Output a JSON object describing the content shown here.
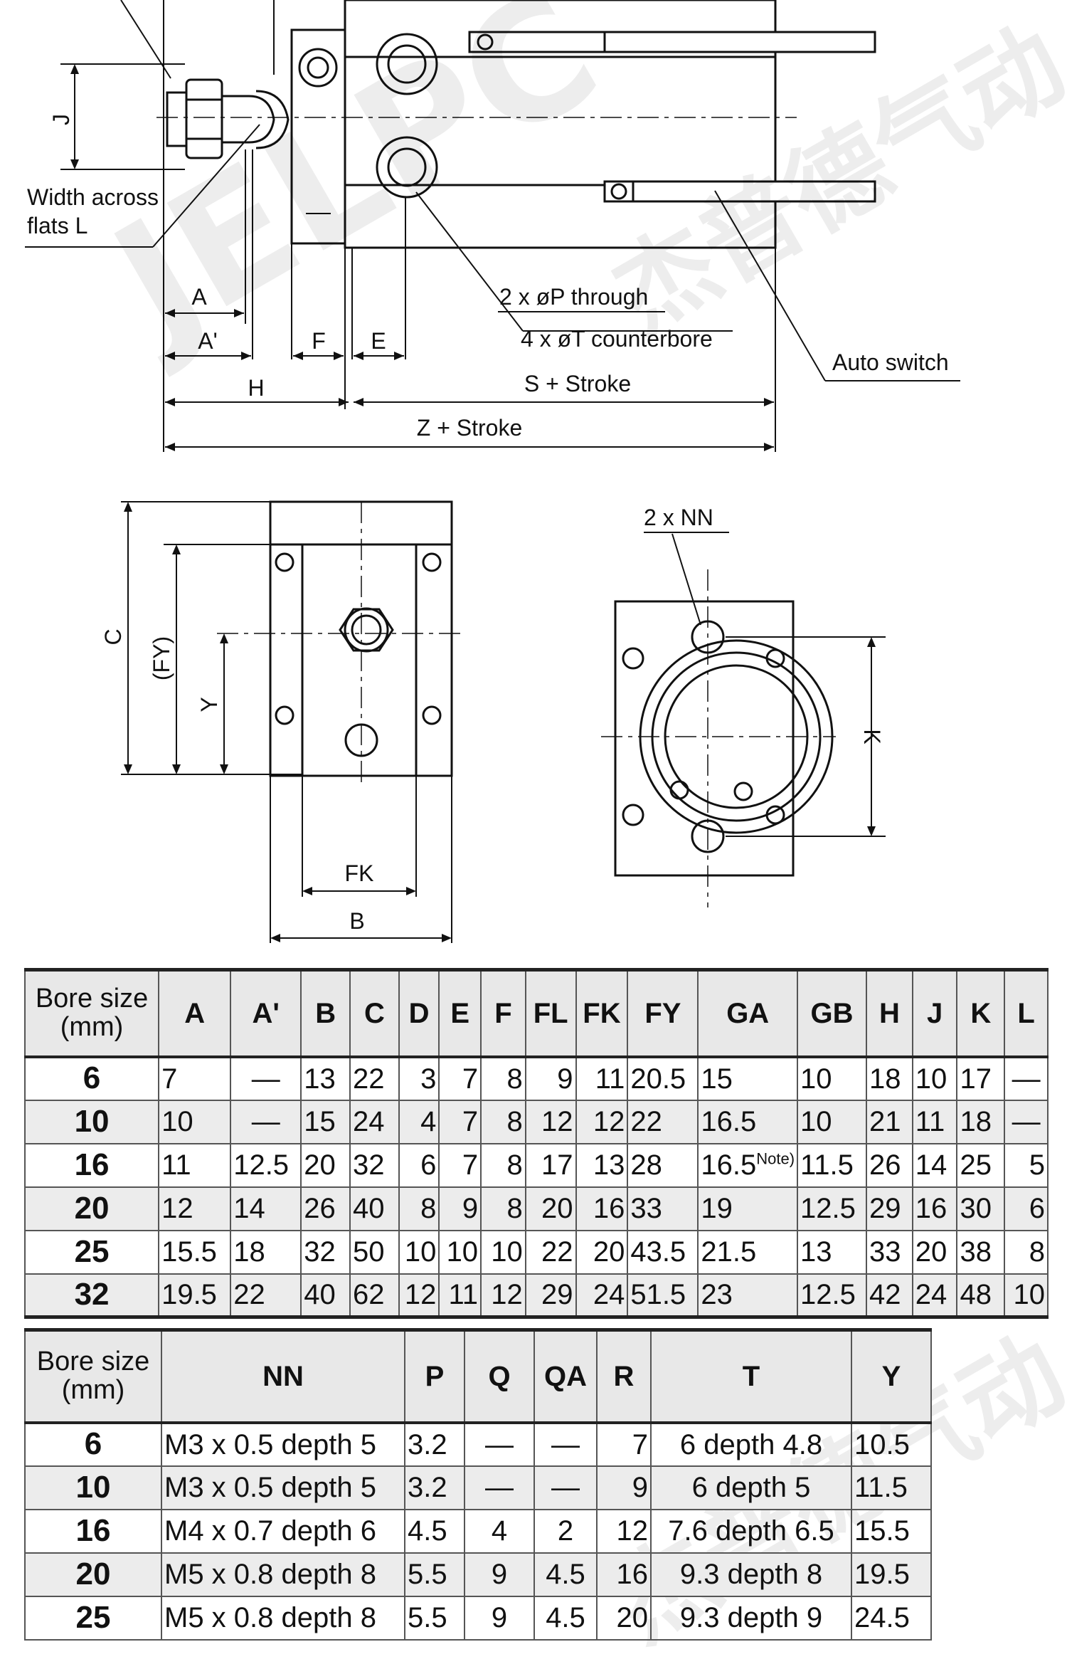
{
  "drawing": {
    "labels": {
      "j": "J",
      "width_across_flats": [
        "Width across",
        "flats L"
      ],
      "a": "A",
      "a_prime": "A'",
      "f": "F",
      "e": "E",
      "h": "H",
      "p_through": "2 x øP through",
      "t_counterbore": "4 x øT counterbore",
      "s_stroke": "S + Stroke",
      "z_stroke": "Z + Stroke",
      "auto_switch": "Auto switch",
      "c": "C",
      "fy": "(FY)",
      "y": "Y",
      "fk": "FK",
      "b": "B",
      "nn": "2 x NN",
      "k": "K"
    }
  },
  "watermark": {
    "text_latin": "JELPC",
    "text_cjk": "杰普德气动"
  },
  "table1": {
    "headers": [
      "Bore size\n(mm)",
      "A",
      "A'",
      "B",
      "C",
      "D",
      "E",
      "F",
      "FL",
      "FK",
      "FY",
      "GA",
      "GB",
      "H",
      "J",
      "K",
      "L"
    ],
    "rows": [
      [
        "6",
        "7",
        "—",
        "13",
        "22",
        "3",
        "7",
        "8",
        "9",
        "11",
        "20.5",
        "15",
        "10",
        "18",
        "10",
        "17",
        "—"
      ],
      [
        "10",
        "10",
        "—",
        "15",
        "24",
        "4",
        "7",
        "8",
        "12",
        "12",
        "22",
        "16.5",
        "10",
        "21",
        "11",
        "18",
        "—"
      ],
      [
        "16",
        "11",
        "12.5",
        "20",
        "32",
        "6",
        "7",
        "8",
        "17",
        "13",
        "28",
        "16.5",
        "11.5",
        "26",
        "14",
        "25",
        "5"
      ],
      [
        "20",
        "12",
        "14",
        "26",
        "40",
        "8",
        "9",
        "8",
        "20",
        "16",
        "33",
        "19",
        "12.5",
        "29",
        "16",
        "30",
        "6"
      ],
      [
        "25",
        "15.5",
        "18",
        "32",
        "50",
        "10",
        "10",
        "10",
        "22",
        "20",
        "43.5",
        "21.5",
        "13",
        "33",
        "20",
        "38",
        "8"
      ],
      [
        "32",
        "19.5",
        "22",
        "40",
        "62",
        "12",
        "11",
        "12",
        "29",
        "24",
        "51.5",
        "23",
        "12.5",
        "42",
        "24",
        "48",
        "10"
      ]
    ],
    "note_marker": "Note)"
  },
  "table2": {
    "headers": [
      "Bore size\n(mm)",
      "NN",
      "P",
      "Q",
      "QA",
      "R",
      "T",
      "Y"
    ],
    "rows": [
      [
        "6",
        "M3 x 0.5 depth 5",
        "3.2",
        "—",
        "—",
        "7",
        "6 depth 4.8",
        "10.5"
      ],
      [
        "10",
        "M3 x 0.5 depth 5",
        "3.2",
        "—",
        "—",
        "9",
        "6 depth 5",
        "11.5"
      ],
      [
        "16",
        "M4 x 0.7 depth 6",
        "4.5",
        "4",
        "2",
        "12",
        "7.6 depth 6.5",
        "15.5"
      ],
      [
        "20",
        "M5 x 0.8 depth 8",
        "5.5",
        "9",
        "4.5",
        "16",
        "9.3 depth 8",
        "19.5"
      ],
      [
        "25",
        "M5 x 0.8 depth 8",
        "5.5",
        "9",
        "4.5",
        "20",
        "9.3 depth 9",
        "24.5"
      ]
    ]
  }
}
